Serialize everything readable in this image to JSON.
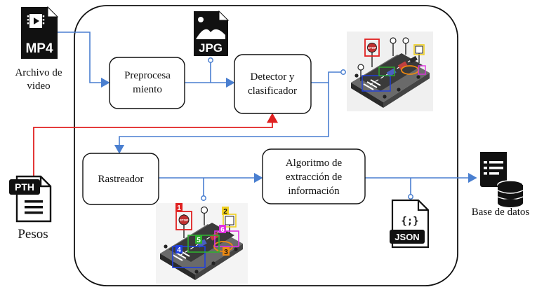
{
  "inputs": {
    "video": {
      "badge": "MP4",
      "label_line1": "Archivo de",
      "label_line2": "video"
    },
    "weights": {
      "badge": "PTH",
      "label": "Pesos"
    }
  },
  "nodes": {
    "preprocess": {
      "line1": "Preprocesa",
      "line2": "miento"
    },
    "detector": {
      "line1": "Detector y",
      "line2": "clasificador"
    },
    "tracker": {
      "line1": "Rastreador"
    },
    "extraction": {
      "line1": "Algoritmo de",
      "line2": "extracción de",
      "line3": "información"
    }
  },
  "artifacts": {
    "jpg": {
      "badge": "JPG"
    },
    "json": {
      "symbol": "{;}",
      "badge": "JSON"
    },
    "database": {
      "label": "Base de datos"
    }
  },
  "scenes": {
    "detected": {
      "sign_text": "STOP"
    },
    "tracked": {
      "sign_text": "STOP",
      "track_ids": [
        {
          "id": "1",
          "color": "#e02020"
        },
        {
          "id": "2",
          "color": "#f0d020"
        },
        {
          "id": "3",
          "color": "#f08a10"
        },
        {
          "id": "4",
          "color": "#2040e0"
        },
        {
          "id": "5",
          "color": "#30b030"
        },
        {
          "id": "6",
          "color": "#e030e0"
        }
      ]
    }
  },
  "colors": {
    "flow": "#4a7fd0",
    "weights_flow": "#e02020"
  }
}
